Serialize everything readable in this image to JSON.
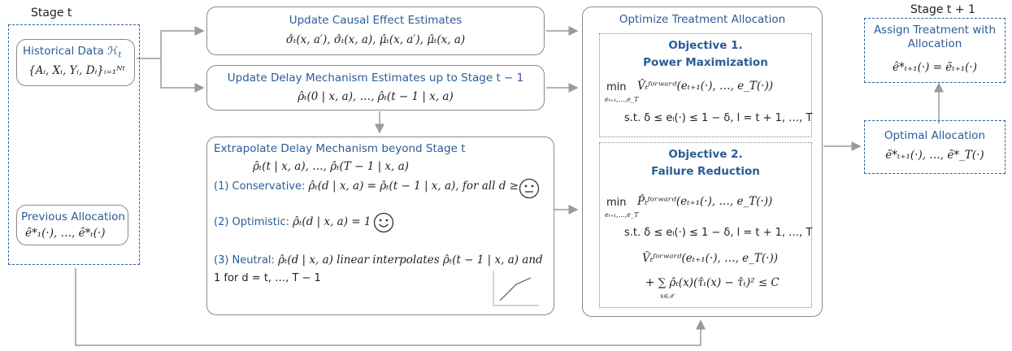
{
  "stages": {
    "left": "Stage t",
    "right": "Stage t + 1"
  },
  "historical": {
    "title": "Historical Data ℋ",
    "title_sub": "t",
    "formula": "{Aᵢ, Xᵢ, Yᵢ, Dᵢ}ᵢ₌₁ᴺᵗ"
  },
  "previous": {
    "title": "Previous Allocation",
    "formula": "ê*₁(·), …, ê*ₜ(·)"
  },
  "causal": {
    "title": "Update Causal Effect Estimates",
    "formula": "σ̂ₜ(x, a′), σ̂ₜ(x, a), μ̂ₜ(x, a′), μ̂ₜ(x, a)"
  },
  "delay_update": {
    "title": "Update Delay Mechanism Estimates up to Stage t − 1",
    "formula": "ρ̂ₜ(0 | x, a), …, ρ̂ₜ(t − 1 | x, a)"
  },
  "extrapolate": {
    "title": "Extrapolate Delay Mechanism beyond Stage t",
    "formula": "ρ̂ₜ(t | x, a), …, ρ̂ₜ(T − 1 | x, a)",
    "items": [
      {
        "label": "(1) Conservative:",
        "text": "ρ̂ₜ(d | x, a) = ρ̂ₜ(t − 1 | x, a),  for all d ≥ t"
      },
      {
        "label": "(2) Optimistic:",
        "text": "ρ̂ₜ(d | x, a) = 1"
      },
      {
        "label": "(3) Neutral:",
        "text": "ρ̂ₜ(d | x, a) linear interpolates ρ̂ₜ(t − 1 | x, a) and"
      }
    ],
    "neutral_line2": "1 for d = t, …, T − 1"
  },
  "optimize": {
    "title": "Optimize Treatment Allocation",
    "obj1_title": "Objective 1.",
    "obj1_sub": "Power Maximization",
    "obj1_min": "min",
    "obj1_min_sub": "eₜ₊₁,…,e_T",
    "obj1_expr": "V̂ₜᶠᵒʳʷᵃʳᵈ(eₜ₊₁(·), …, e_T(·))",
    "obj1_st": "s.t.  δ ≤ eₗ(·) ≤ 1 − δ, l = t + 1, …, T",
    "obj2_title": "Objective 2.",
    "obj2_sub": "Failure Reduction",
    "obj2_min": "min",
    "obj2_min_sub": "eₜ₊₁,…,e_T",
    "obj2_expr": "P̂ₜᶠᵒʳʷᵃʳᵈ(eₜ₊₁(·), …, e_T(·))",
    "obj2_st": "s.t.  δ ≤ eₗ(·) ≤ 1 − δ, l = t + 1, …, T",
    "obj2_v": "V̂ₜᶠᵒʳʷᵃʳᵈ(eₜ₊₁(·), …, e_T(·))",
    "obj2_sum": "+ ∑ ρ̂ₜ(x)(τ̂ₜ(x) − τ̂ₜ)² ≤ C",
    "obj2_sum_sub": "x∈𝒳"
  },
  "optimal": {
    "title": "Optimal Allocation",
    "formula": "ẽ*ₜ₊₁(·), …, ẽ*_T(·)"
  },
  "assign": {
    "title": "Assign Treatment with Allocation",
    "formula": "ê*ₜ₊₁(·) = ẽₜ₊₁(·)"
  }
}
